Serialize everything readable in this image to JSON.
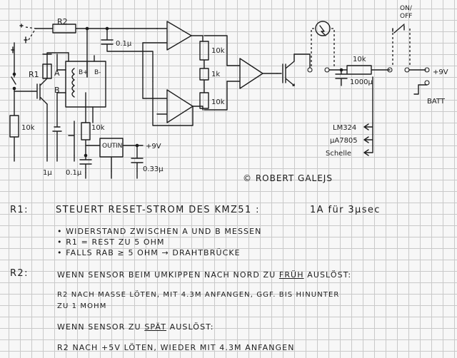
{
  "schematic": {
    "labels": {
      "r2": "R2",
      "r1": "R1",
      "node_a": "A",
      "node_b": "B",
      "bplus": "B+",
      "bminus": "B-",
      "r1_10k": "10k",
      "r_10k_mid": "10k",
      "cap_01u_top": "0.1µ",
      "cap_1u": "1µ",
      "cap_01u_bot": "0.1µ",
      "reg_out": "OUT",
      "reg_in": "IN",
      "plus9v_reg": "+9V",
      "cap_033u": "0.33µ",
      "opamp_r1": "10k",
      "opamp_r2": "1k",
      "opamp_r3": "10k",
      "r_10k_out": "10k",
      "cap_1000u": "1000µ",
      "on_off": "ON/\nOFF",
      "plus9v_batt": "+9V",
      "batt": "BATT",
      "lm324": "LM324",
      "ua7805": "µA7805",
      "schelle": "Schelle",
      "copyright": "© ROBERT GALEJS"
    }
  },
  "notes": {
    "r1_title": "R1:",
    "r1_head": "STEUERT RESET-STROM DES KMZ51 :",
    "r1_head_value": "1A für 3µsec",
    "r1_bullets": [
      "WIDERSTAND ZWISCHEN A UND B MESSEN",
      "R1 = REST ZU 5 OHM",
      "FALLS RAB ≥ 5 OHM → DRAHTBRÜCKE"
    ],
    "r2_title": "R2:",
    "r2_line1_pre": "WENN SENSOR BEIM UMKIPPEN NACH NORD ZU ",
    "r2_line1_em": "FRÜH",
    "r2_line1_post": " AUSLÖST:",
    "r2_line2": "R2 NACH MASSE LÖTEN, MIT 4.3M ANFANGEN, GGF. BIS HINUNTER",
    "r2_line3": "ZU 1 MOHM",
    "r2_line4_pre": "WENN SENSOR ZU ",
    "r2_line4_em": "SPÄT",
    "r2_line4_post": " AUSLÖST:",
    "r2_line5": "R2 NACH +5V LÖTEN, WIEDER MIT 4.3M ANFANGEN"
  }
}
